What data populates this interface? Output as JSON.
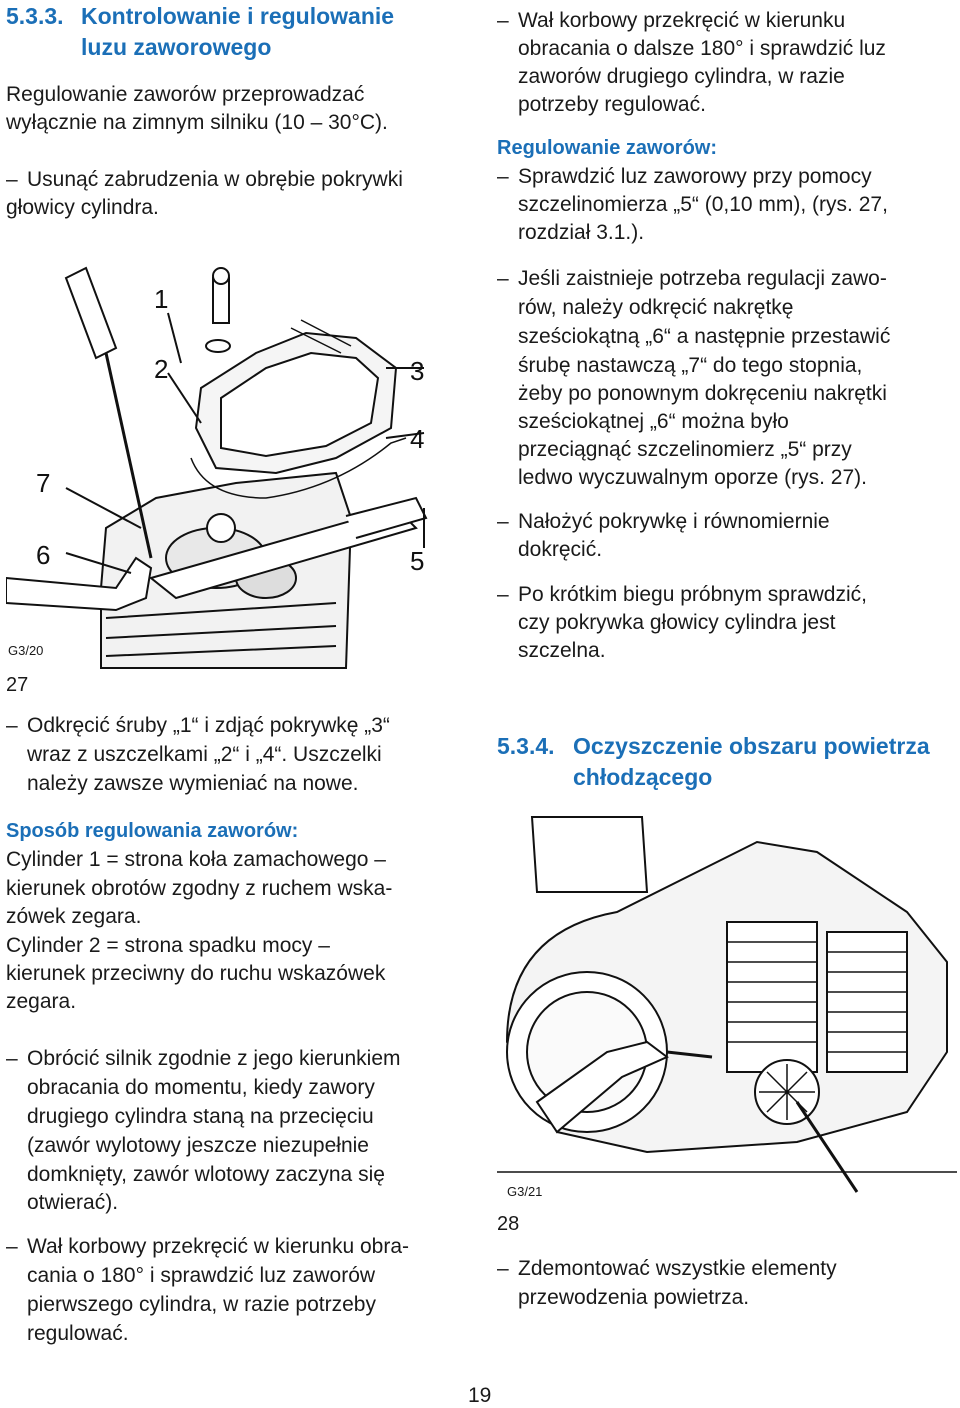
{
  "left": {
    "heading_num": "5.3.3.",
    "heading_line1": "Kontrolowanie i regulowanie",
    "heading_line2": "luzu zaworowego",
    "intro_1": "Regulowanie zaworów przeprowadzać",
    "intro_2": "wyłącznie na zimnym silniku (10 – 30°C).",
    "step1_1": "Usunąć zabrudzenia w obrębie pokrywki",
    "step1_2": "głowicy cylindra.",
    "fig27": {
      "code": "G3/20",
      "number": "27",
      "labels": [
        "1",
        "2",
        "3",
        "4",
        "5",
        "6",
        "7"
      ]
    },
    "step2_1": "Odkręcić śruby „1“ i zdjąć pokrywkę „3“",
    "step2_2": "wraz z uszczelkami „2“ i „4“. Uszczelki",
    "step2_3": "należy zawsze wymieniać na nowe.",
    "subhead": "Sposób regulowania zaworów:",
    "cyl_1": "Cylinder 1 = strona koła zamachowego –",
    "cyl_2": "kierunek obrotów zgodny z ruchem wska-",
    "cyl_3": "zówek zegara.",
    "cyl_4": "Cylinder 2 = strona spadku mocy –",
    "cyl_5": "kierunek przeciwny do ruchu wskazówek",
    "cyl_6": "zegara.",
    "step3_1": "Obrócić silnik zgodnie z jego kierunkiem",
    "step3_2": "obracania do momentu, kiedy zawory",
    "step3_3": "drugiego cylindra staną na przecięciu",
    "step3_4": "(zawór wylotowy jeszcze niezupełnie",
    "step3_5": "domknięty, zawór wlotowy zaczyna się",
    "step3_6": "otwierać).",
    "step4_1": "Wał korbowy przekręcić w kierunku obra-",
    "step4_2": "cania o 180° i sprawdzić luz zaworów",
    "step4_3": "pierwszego cylindra, w razie potrzeby",
    "step4_4": "regulować."
  },
  "right": {
    "step5_1": "Wał korbowy przekręcić w kierunku",
    "step5_2": "obracania o dalsze 180° i sprawdzić luz",
    "step5_3": "zaworów drugiego cylindra, w razie",
    "step5_4": "potrzeby regulować.",
    "subhead": "Regulowanie zaworów:",
    "step6_1": "Sprawdzić luz zaworowy przy pomocy",
    "step6_2": "szczelinomierza „5“ (0,10 mm), (rys. 27,",
    "step6_3": "rozdział 3.1.).",
    "step7_1": "Jeśli zaistnieje potrzeba regulacji zawo-",
    "step7_2": "rów, należy odkręcić nakrętkę",
    "step7_3": "sześciokątną „6“ a następnie przestawić",
    "step7_4": "śrubę nastawczą „7“ do tego stopnia,",
    "step7_5": "żeby po ponownym dokręceniu nakrętki",
    "step7_6": "sześciokątnej „6“ można było",
    "step7_7": "przeciągnąć szczelinomierz „5“ przy",
    "step7_8": "ledwo wyczuwalnym oporze (rys. 27).",
    "step8_1": "Nałożyć pokrywkę i równomiernie",
    "step8_2": "dokręcić.",
    "step9_1": "Po krótkim biegu próbnym sprawdzić,",
    "step9_2": "czy pokrywka głowicy cylindra jest",
    "step9_3": "szczelna.",
    "heading_num": "5.3.4.",
    "heading_line1": "Oczyszczenie obszaru powietrza",
    "heading_line2": "chłodzącego",
    "fig28": {
      "code": "G3/21",
      "number": "28"
    },
    "step10_1": "Zdemontować wszystkie elementy",
    "step10_2": "przewodzenia powietrza."
  },
  "page_number": "19"
}
